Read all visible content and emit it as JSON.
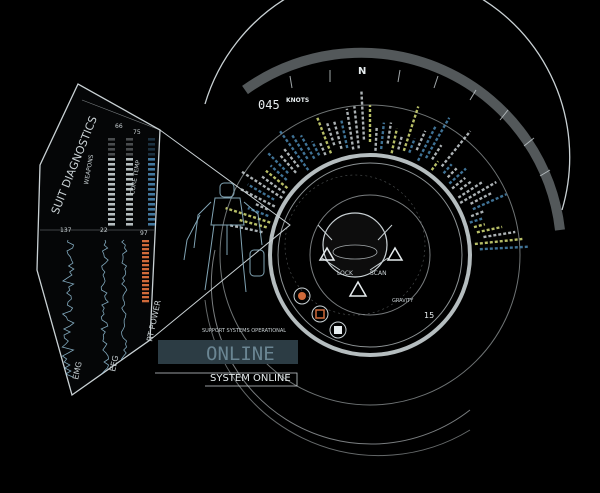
{
  "compass": {
    "heading": "N"
  },
  "speed": {
    "value": "045",
    "unit": "KNOTS"
  },
  "panel": {
    "title": "SUIT DIAGNOSTICS",
    "columns": [
      {
        "label": "WEAPONS",
        "value": "66"
      },
      {
        "label": "CORE TEMP",
        "value": "75"
      },
      {
        "label": "RT POWER",
        "value": "97"
      }
    ],
    "vitals": [
      {
        "label": "EMG",
        "value": "137"
      },
      {
        "label": "EEG",
        "value": "22"
      },
      {
        "label": "RT POWER",
        "value": "97"
      }
    ]
  },
  "status": {
    "support": "SUPPORT SYSTEMS OPERATIONAL",
    "main": "ONLINE",
    "sub": "SYSTEM ONLINE"
  },
  "core": {
    "left_label": "LOCK",
    "right_label": "SCAN",
    "altitude": "15",
    "small_label": "GRAVITY"
  },
  "colors": {
    "line": "#c9d1d4",
    "accent_blue": "#4b86b0",
    "accent_yellow": "#d8e07a",
    "accent_orange": "#d06a3a",
    "status_bar": "#2c3c44"
  }
}
